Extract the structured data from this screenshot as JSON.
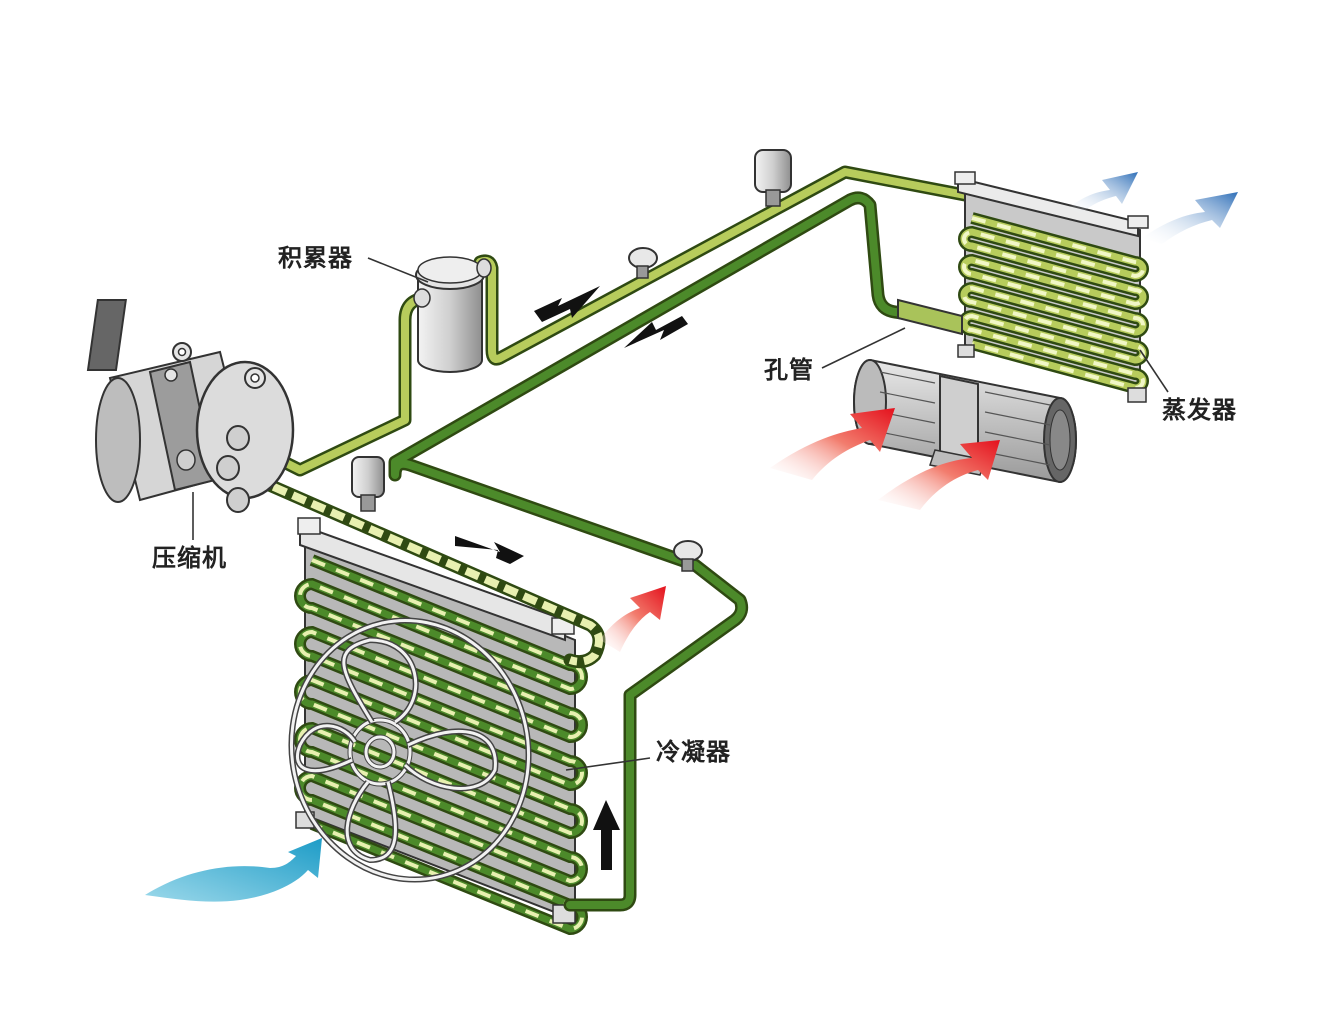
{
  "title": "汽车空调制冷系统",
  "labels": {
    "accumulator": "积累器",
    "orifice_tube": "孔管",
    "evaporator": "蒸发器",
    "compressor": "压缩机",
    "condenser": "冷凝器"
  },
  "colors": {
    "low_pressure_pipe": "#b7cc5c",
    "high_pressure_pipe": "#4c8a2a",
    "pipe_outline": "#2f4a12",
    "cold_air": "#3d7fc4",
    "hot_air": "#e8222a",
    "ambient_air": "#3aaed0",
    "metal": "#c8c8c8",
    "flow_arrow": "#111111"
  },
  "icons": {
    "compressor": "compressor-icon",
    "accumulator": "accumulator-canister-icon",
    "evaporator": "evaporator-coil-icon",
    "condenser": "condenser-coil-icon",
    "fan": "fan-icon",
    "blower": "blower-motor-icon",
    "switch": "pressure-switch-icon",
    "service_port": "service-port-icon",
    "flow_arrow": "flow-arrow-icon",
    "air_arrow": "air-flow-arrow-icon"
  }
}
